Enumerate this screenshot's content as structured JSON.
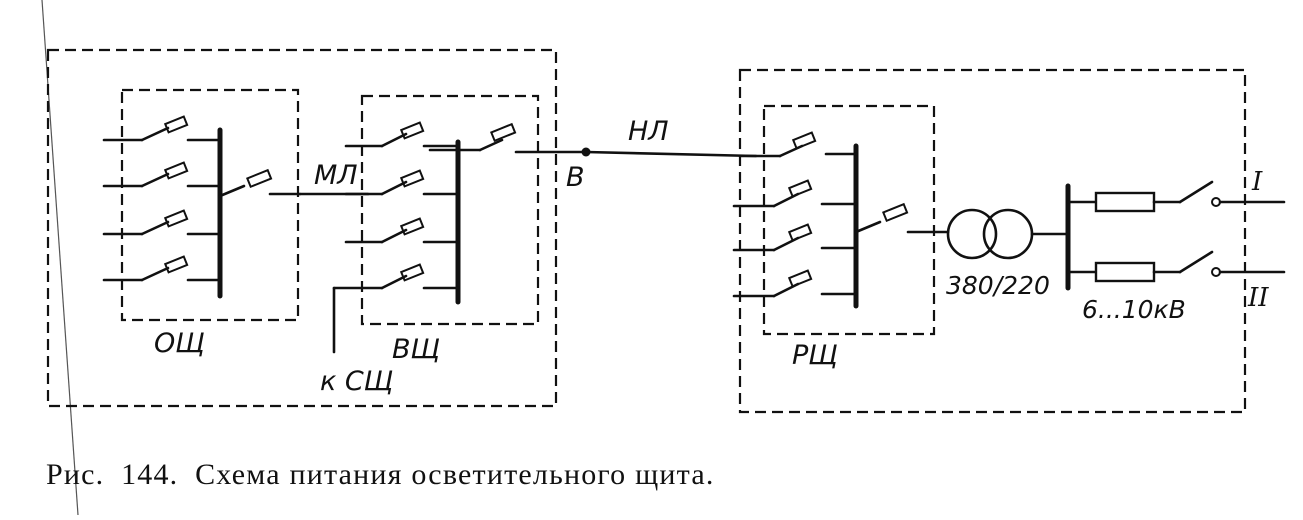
{
  "diagram": {
    "labels": {
      "osch": "ОЩ",
      "vsch": "ВЩ",
      "rsch": "РЩ",
      "ml": "МЛ",
      "nl": "НЛ",
      "b": "В",
      "to_ssch": "к СЩ",
      "transformer_ratio": "380/220",
      "hv_voltage": "6...10кВ",
      "input_1": "I",
      "input_2": "II"
    }
  },
  "caption": {
    "prefix": "Рис.",
    "number": "144.",
    "text": "Схема питания осветительного щита."
  }
}
